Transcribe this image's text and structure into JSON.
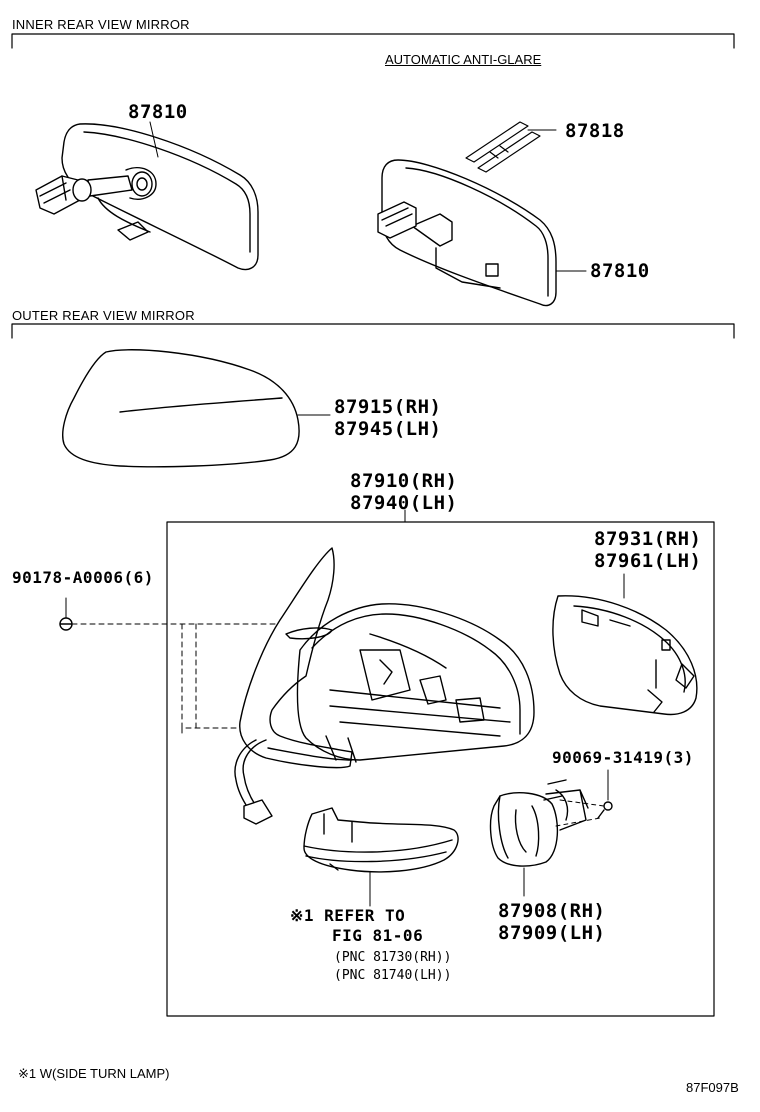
{
  "sections": {
    "inner": {
      "title": "INNER REAR VIEW MIRROR",
      "subtitle": "AUTOMATIC ANTI-GLARE"
    },
    "outer": {
      "title": "OUTER REAR VIEW MIRROR"
    }
  },
  "parts": {
    "inner_mirror_a": "87810",
    "wire_clip": "87818",
    "inner_mirror_b": "87810",
    "cover_rh": "87915(RH)",
    "cover_lh": "87945(LH)",
    "assy_rh": "87910(RH)",
    "assy_lh": "87940(LH)",
    "screw": "90178-A0006(6)",
    "glass_rh": "87931(RH)",
    "glass_lh": "87961(LH)",
    "bolt": "90069-31419(3)",
    "actuator_rh": "87908(RH)",
    "actuator_lh": "87909(LH)"
  },
  "refer": {
    "line1": "※1 REFER TO",
    "line2": "FIG 81-06",
    "pnc1": "(PNC 81730(RH))",
    "pnc2": "(PNC 81740(LH))"
  },
  "footnote": "※1 W(SIDE TURN LAMP)",
  "figure_code": "87F097B"
}
